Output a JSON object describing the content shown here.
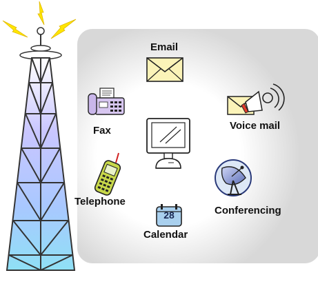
{
  "labels": {
    "email": "Email",
    "fax": "Fax",
    "voice_mail": "Voice mail",
    "telephone": "Telephone",
    "conferencing": "Conferencing",
    "calendar": "Calendar"
  },
  "calendar_day": "28",
  "colors": {
    "panel": "#dcdcdc",
    "envelope": "#fbf3b8",
    "tower_top": "#b8b8ff",
    "tower_bottom": "#8fdcf3",
    "signal": "#ffe600",
    "calendar": "#a9d0ee"
  }
}
